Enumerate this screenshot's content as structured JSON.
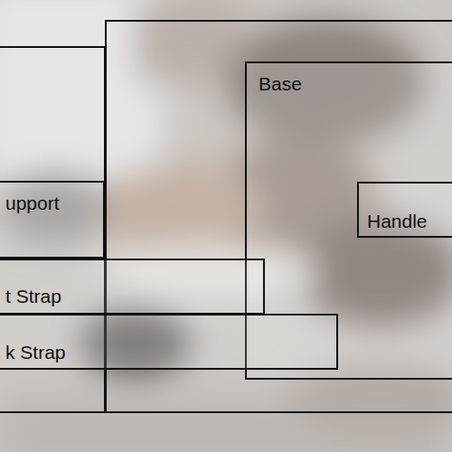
{
  "diagram": {
    "nodes": [
      {
        "text": [
          "Base"
        ]
      },
      {
        "text": [
          "Handle"
        ],
        "in": 0
      },
      {
        "text": [
          "upport"
        ]
      },
      {
        "text": [
          "t Strap"
        ]
      },
      {
        "text": [
          "k Strap"
        ]
      }
    ]
  }
}
